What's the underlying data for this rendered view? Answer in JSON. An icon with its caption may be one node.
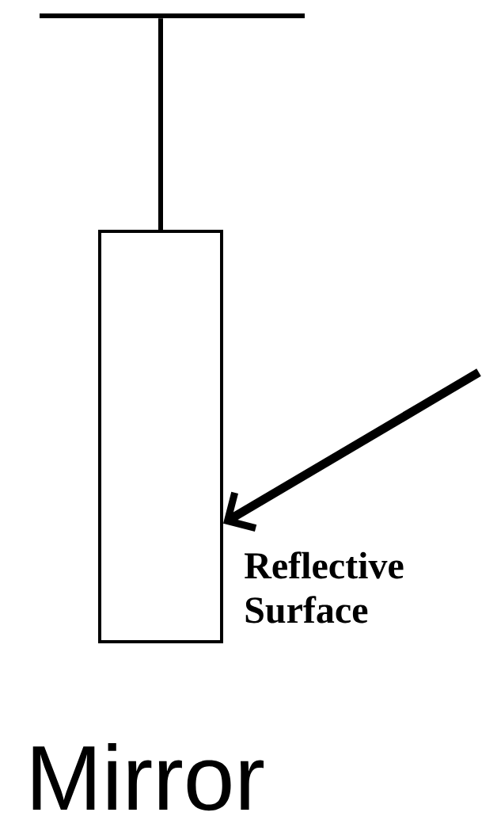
{
  "diagram": {
    "title": "Mirror",
    "nodes": [
      {
        "text": [],
        "shape": "bar"
      },
      {
        "text": [],
        "shape": "box"
      }
    ],
    "edges": [
      {
        "from": 0,
        "to": 1,
        "arrow": "none"
      },
      {
        "from": null,
        "to": 1,
        "arrow": "to",
        "style": "thick"
      }
    ],
    "labels": [
      "Reflective Surface"
    ]
  }
}
